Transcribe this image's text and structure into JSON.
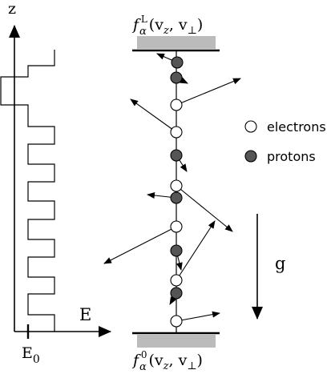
{
  "axes": {
    "z_label": "z",
    "e_label": "E",
    "e0_label": "E",
    "e0_subscript": "0"
  },
  "boundaries": {
    "top_label_f": "f",
    "top_label_sub": "α",
    "top_label_sup": "L",
    "top_label_args": "(v",
    "top_label_args_sub": "z",
    "top_label_args_tail": ", v",
    "top_label_args_sub2": "⊥",
    "top_label_close": ")",
    "bottom_label_f": "f",
    "bottom_label_sub": "α",
    "bottom_label_sup": "0",
    "bottom_label_args": "(v",
    "bottom_label_args_sub": "z",
    "bottom_label_args_tail": ", v",
    "bottom_label_args_sub2": "⊥",
    "bottom_label_close": ")"
  },
  "legend": {
    "electrons": "electrons",
    "protons": "protons"
  },
  "gravity": {
    "label": "g"
  },
  "colors": {
    "proton_fill": "#555555",
    "electron_fill": "#ffffff",
    "plate_shade": "#bbbbbb",
    "line": "#000000"
  }
}
